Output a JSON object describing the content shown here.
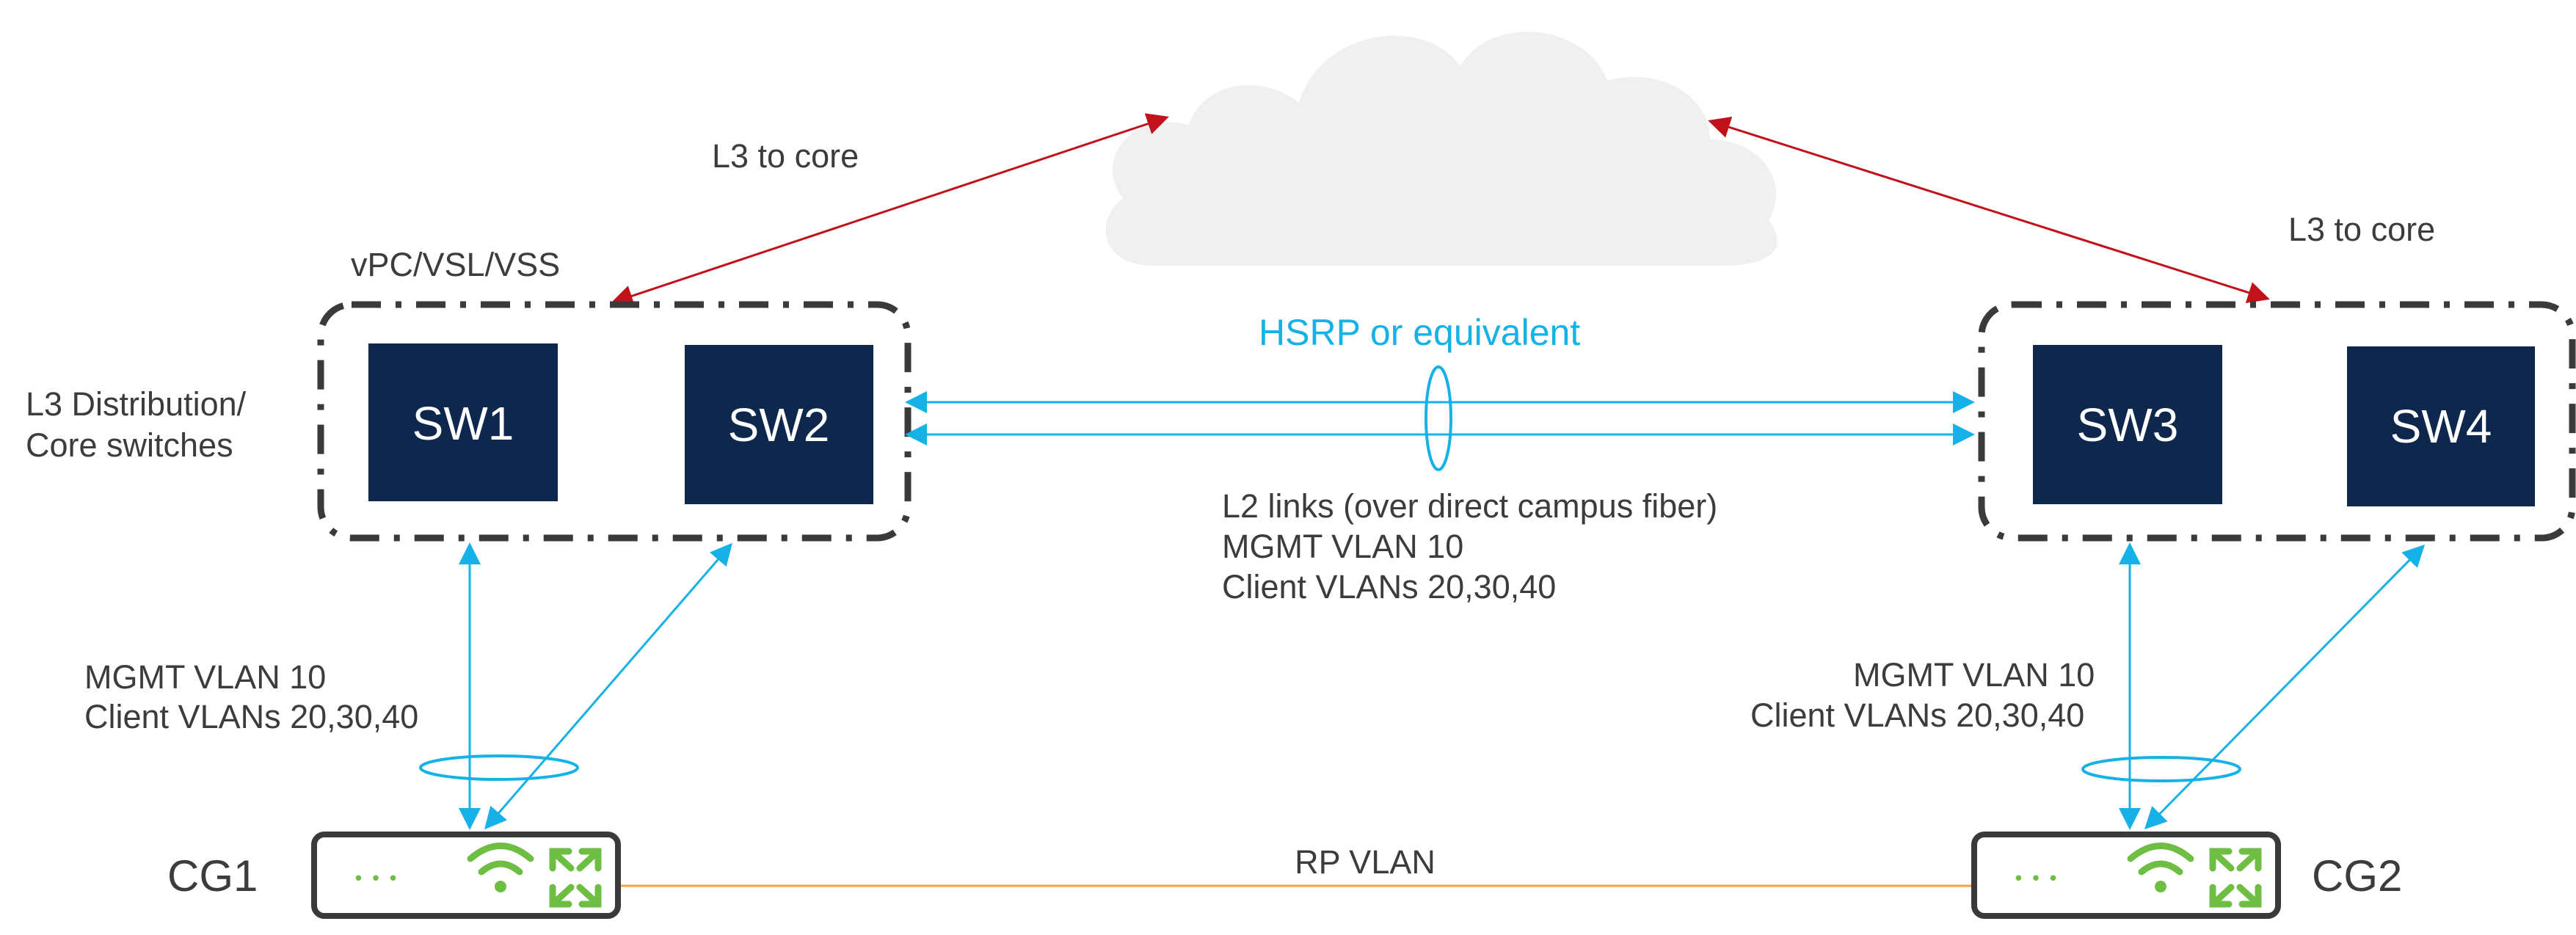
{
  "colors": {
    "switch_fill": "#0d274d",
    "l2_link": "#16b1e6",
    "core_link": "#c1121c",
    "rp_link": "#f5a142",
    "cloud": "#f0f0f1",
    "group_border": "#3a3a3a",
    "cg_icon": "#6ebe44",
    "text": "#3c3c3c"
  },
  "core": {
    "label_left": "L3 to core",
    "label_right": "L3 to core"
  },
  "left_group": {
    "redundancy_label": "vPC/VSL/VSS",
    "role_label_line1": "L3 Distribution/",
    "role_label_line2": "Core switches",
    "switches": [
      "SW1",
      "SW2"
    ]
  },
  "right_group": {
    "switches": [
      "SW3",
      "SW4"
    ]
  },
  "interswitch": {
    "hsrp_label": "HSRP or equivalent",
    "lines": [
      "L2 links (over direct campus fiber)",
      "MGMT VLAN 10",
      "Client VLANs 20,30,40"
    ]
  },
  "uplinks_left": {
    "lines": [
      "MGMT VLAN 10",
      "Client VLANs 20,30,40"
    ]
  },
  "uplinks_right": {
    "lines": [
      "MGMT VLAN 10",
      "Client VLANs 20,30,40"
    ]
  },
  "gateways": {
    "left": {
      "name": "CG1",
      "dots": "• • •"
    },
    "right": {
      "name": "CG2",
      "dots": "• • •"
    },
    "link_label": "RP VLAN"
  },
  "icons": [
    "cloud-icon",
    "wifi-icon",
    "expand-arrows-icon",
    "ellipsis-icon"
  ]
}
